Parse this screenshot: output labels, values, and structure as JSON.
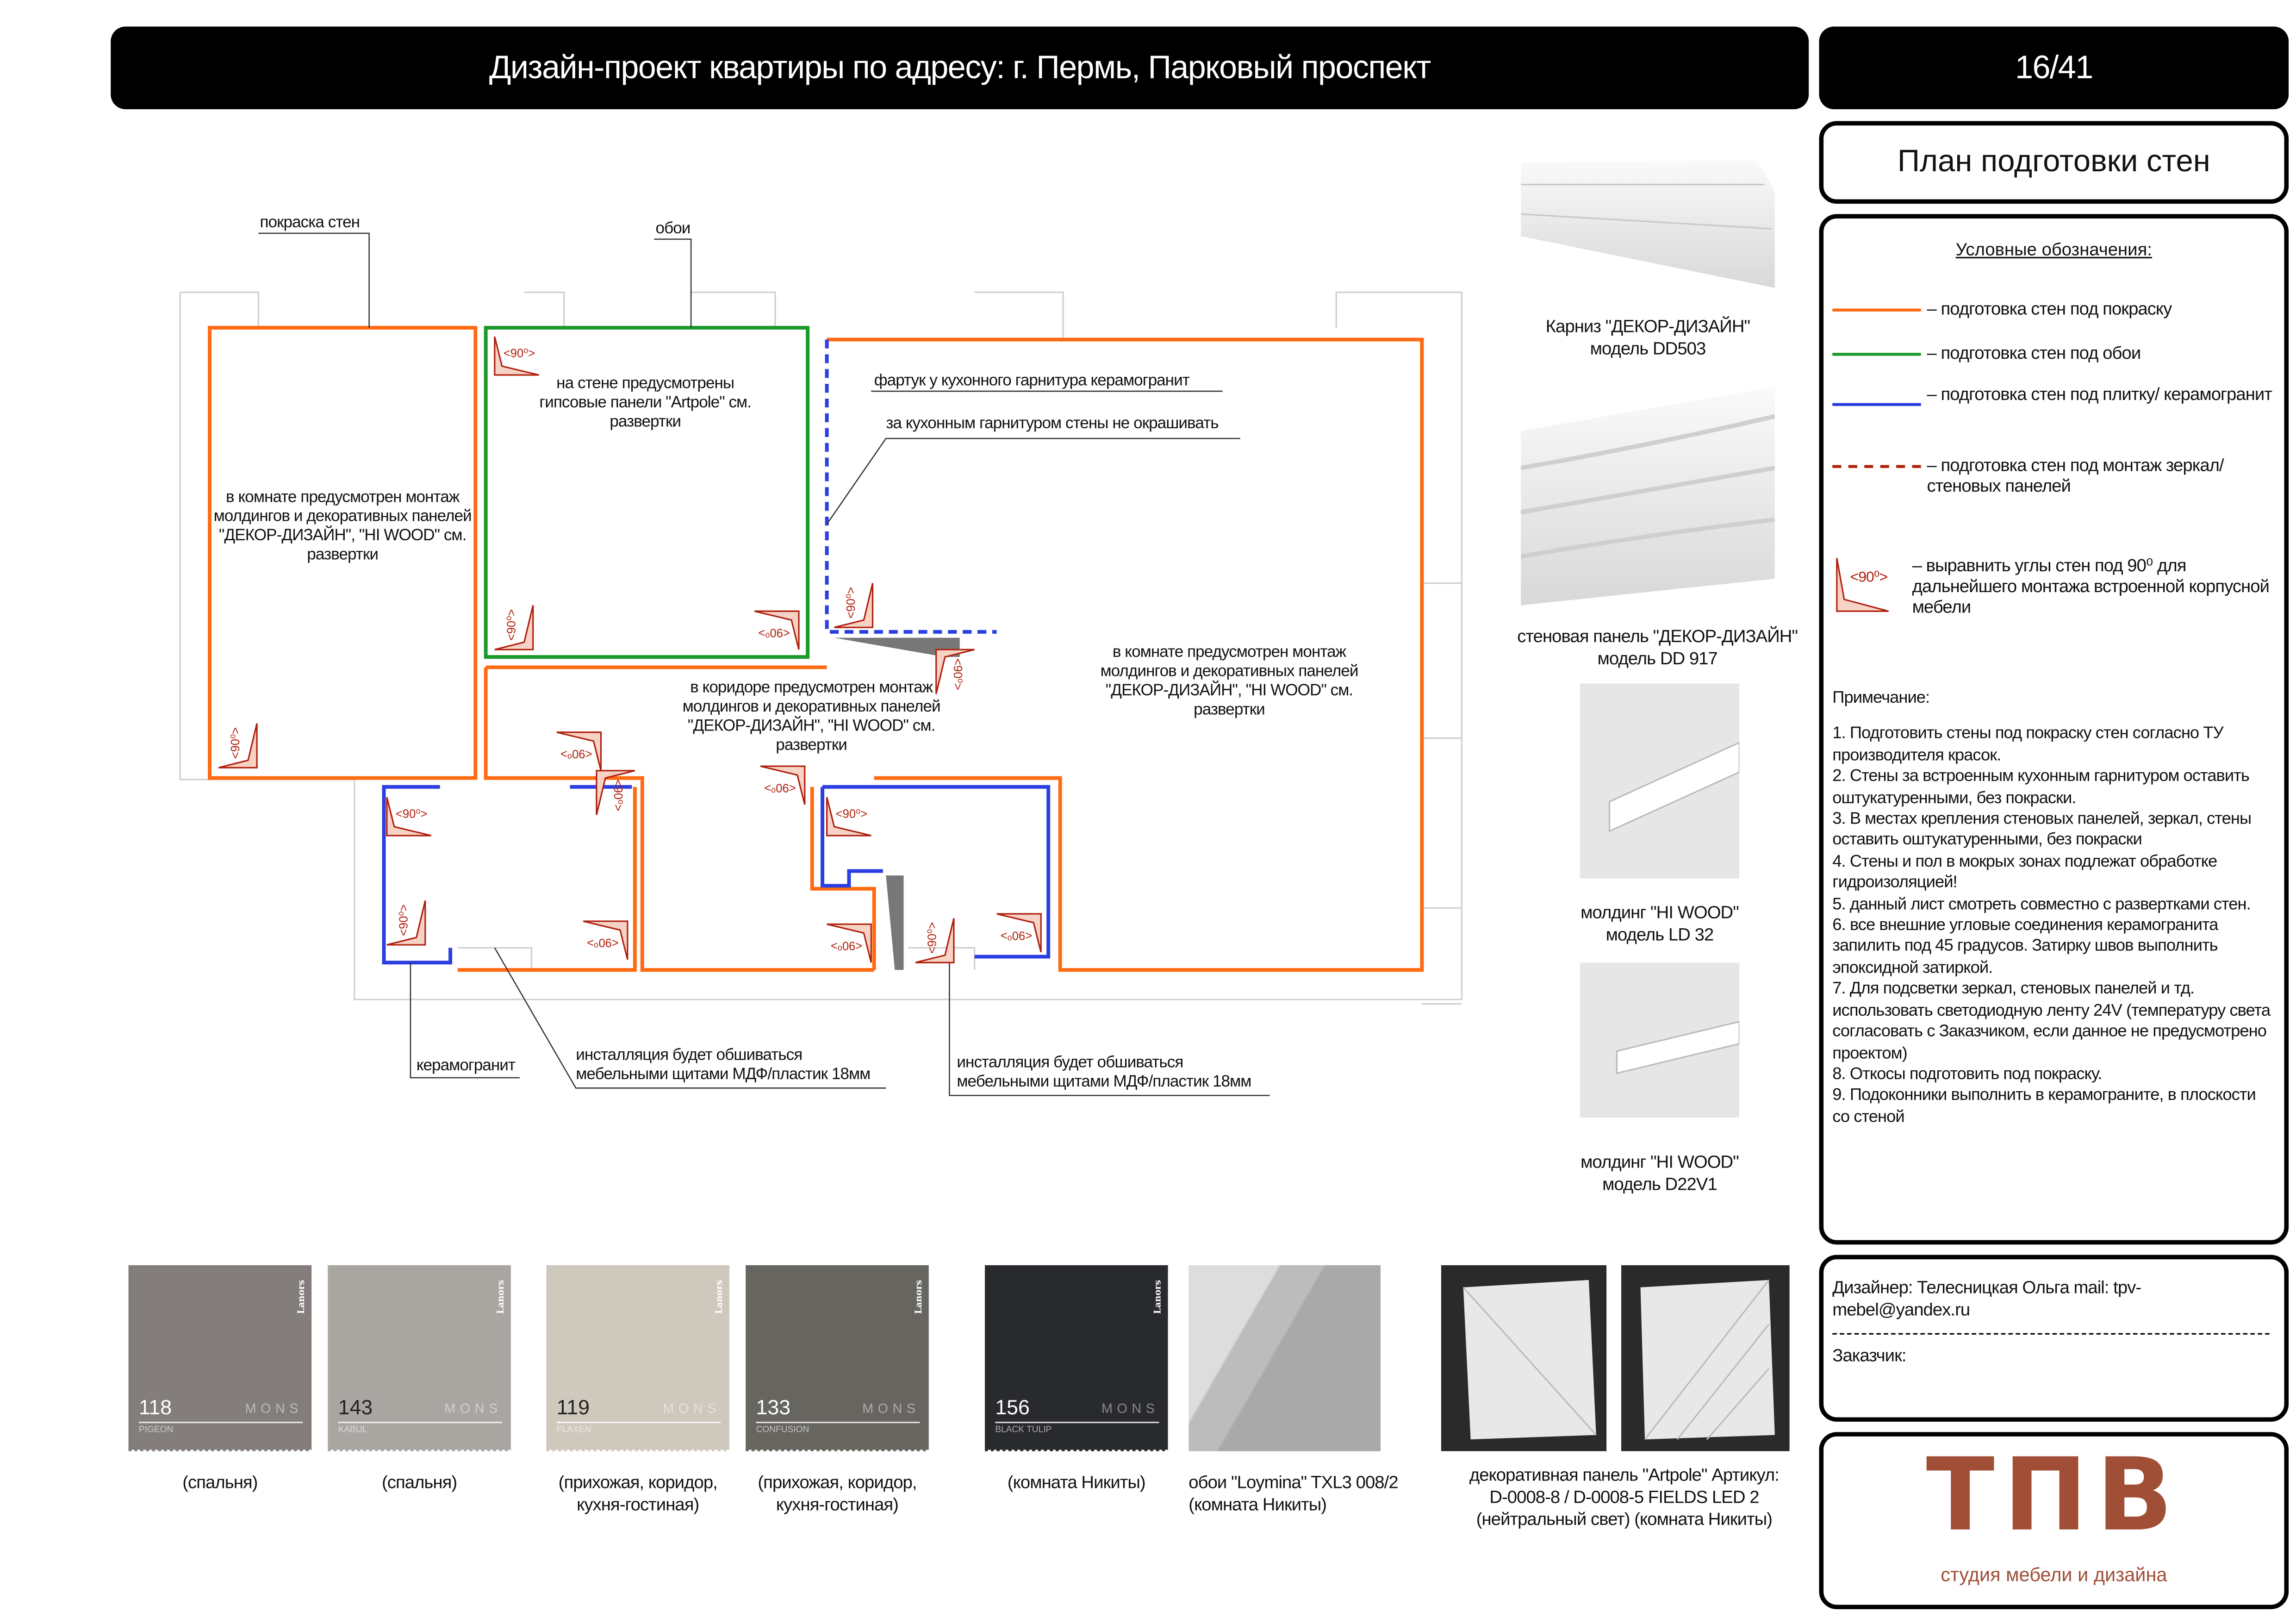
{
  "header": {
    "title": "Дизайн-проект квартиры по адресу: г. Пермь, Парковый проспект",
    "page": "16/41"
  },
  "sheet_title": "План подготовки стен",
  "plan": {
    "labels": {
      "paint": "покраска стен",
      "wallpaper": "обои",
      "room1": "в комнате предусмотрен монтаж молдингов и декоративных панелей \"ДЕКОР-ДИЗАЙН\", \"HI WOOD\" см. развертки",
      "room2": "на стене предусмотрены гипсовые панели \"Artpole\" см. развертки",
      "apron": "фартук у кухонного гарнитура керамогранит",
      "no_paint": "за кухонным гарнитуром стены не окрашивать",
      "living": "в комнате предусмотрен монтаж молдингов и декоративных панелей \"ДЕКОР-ДИЗАЙН\", \"HI WOOD\" см. развертки",
      "corridor": "в коридоре предусмотрен монтаж молдингов и декоративных панелей \"ДЕКОР-ДИЗАЙН\", \"HI WOOD\" см. развертки",
      "ceramic": "керамогранит",
      "install1": "инсталляция будет обшиваться мебельными щитами МДФ/пластик 18мм",
      "install2": "инсталляция будет обшиваться мебельными щитами МДФ/пластик 18мм",
      "angle": "<90⁰>"
    }
  },
  "products": [
    {
      "caption": "Карниз \"ДЕКОР-ДИЗАЙН\" модель DD503"
    },
    {
      "caption": "стеновая панель \"ДЕКОР-ДИЗАЙН\" модель DD 917"
    },
    {
      "caption": "молдинг \"HI WOOD\" модель LD 32"
    },
    {
      "caption": "молдинг \"HI WOOD\" модель D22V1"
    }
  ],
  "legend": {
    "title": "Условные обозначения:",
    "items": [
      {
        "text": "– подготовка стен под покраску",
        "color": "#ff6a13"
      },
      {
        "text": "– подготовка стен под обои",
        "color": "#1a9a2a"
      },
      {
        "text": "– подготовка стен под плитку/ керамогранит",
        "color": "#2b3fe0"
      },
      {
        "text": "– подготовка стен под монтаж зеркал/ стеновых панелей",
        "color": "#b0200e"
      },
      {
        "text": "– выравнить углы стен под 90⁰ для дальнейшего монтажа встроенной корпусной мебели",
        "color": "#b0200e"
      }
    ]
  },
  "notes": {
    "title": "Примечание:",
    "items": [
      "1. Подготовить стены под покраску стен согласно ТУ производителя красок.",
      "2. Стены за встроенным кухонным гарнитуром оставить оштукатуренными, без покраски.",
      "3. В местах крепления стеновых панелей, зеркал, стены оставить оштукатуренными, без покраски",
      "4. Стены и пол в мокрых зонах подлежат обработке гидроизоляцией!",
      "5. данный лист смотреть совместно с развертками стен.",
      "6. все внешние угловые соединения керамогранита запилить под 45 градусов. Затирку швов выполнить эпоксидной затиркой.",
      "7. Для подсветки зеркал, стеновых панелей и тд. использовать светодиодную ленту 24V (температуру света согласовать с Заказчиком, если данное не предусмотрено проектом)",
      "8. Откосы подготовить под покраску.",
      "9. Подоконники выполнить в керамограните, в плоскости со стеной"
    ]
  },
  "designer": {
    "line": "Дизайнер: Телесницкая Ольга mail: tpv-mebel@yandex.ru",
    "customer": "Заказчик:"
  },
  "logo": {
    "mark": "ТПВ",
    "tagline": "студия мебели и дизайна",
    "color": "#a04f36"
  },
  "swatches": [
    {
      "number": "118",
      "series": "MONS",
      "name": "PIGEON",
      "brand": "Lanors",
      "color": "#837e7c",
      "caption": "(спальня)"
    },
    {
      "number": "143",
      "series": "MONS",
      "name": "KABUL",
      "brand": "Lanors",
      "color": "#a9a6a2",
      "caption": "(спальня)"
    },
    {
      "number": "119",
      "series": "MONS",
      "name": "FLAXEN",
      "brand": "Lanors",
      "color": "#cfc8bd",
      "caption": "(прихожая, коридор, кухня-гостиная)"
    },
    {
      "number": "133",
      "series": "MONS",
      "name": "CONFUSION",
      "brand": "Lanors",
      "color": "#67655f",
      "caption": "(прихожая, коридор, кухня-гостиная)"
    },
    {
      "number": "156",
      "series": "MONS",
      "name": "BLACK TULIP",
      "brand": "Lanors",
      "color": "#292a2e",
      "caption": "(комната Никиты)"
    }
  ],
  "wallpaper": {
    "caption": "обои \"Loymina\" TXL3 008/2 (комната Никиты)"
  },
  "panel": {
    "caption": "декоративная панель \"Artpole\" Артикул: D-0008-8 / D-0008-5 FIELDS LED 2 (нейтральный свет) (комната Никиты)"
  }
}
